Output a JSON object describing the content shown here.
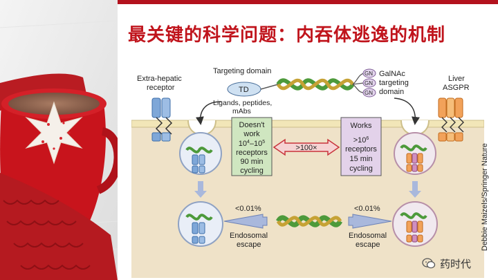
{
  "slide": {
    "title": "最关键的科学问题：内吞体逃逸的机制"
  },
  "diagram": {
    "targeting_domain": "Targeting domain",
    "td_label": "TD",
    "ligands_line1": "Ligands, peptides,",
    "ligands_line2": "mAbs",
    "extra_hepatic_line1": "Extra-hepatic",
    "extra_hepatic_line2": "receptor",
    "liver_line1": "Liver",
    "liver_line2": "ASGPR",
    "galnac_line1": "GalNAc",
    "galnac_line2": "targeting",
    "galnac_line3": "domain",
    "gn_label": "GN",
    "left_box": {
      "line1": "Doesn't",
      "line2": "work",
      "line3_base": "10",
      "line3_exp1": "4",
      "line3_mid": "–10",
      "line3_exp2": "5",
      "line4": "receptors",
      "line5": "90 min",
      "line6": "cycling"
    },
    "right_box": {
      "line1": "Works",
      "line2_base": ">10",
      "line2_exp": "6",
      "line3": "receptors",
      "line4": "15 min",
      "line5": "cycling"
    },
    "ratio": ">100×",
    "left_escape_pct": "<0.01%",
    "right_escape_pct": "<0.01%",
    "escape_line1": "Endosomal",
    "escape_line2": "escape",
    "credit": "Debbie Maizels/Springer Nature"
  },
  "watermark": {
    "text": "药时代"
  },
  "colors": {
    "title": "#c0141c",
    "membrane": "#f2e6b8",
    "cytoplasm": "#efe2c8",
    "green_box": "#cfe6c0",
    "purple_box": "#e3d2ea",
    "escape_arrow": "#a9b8dc"
  }
}
